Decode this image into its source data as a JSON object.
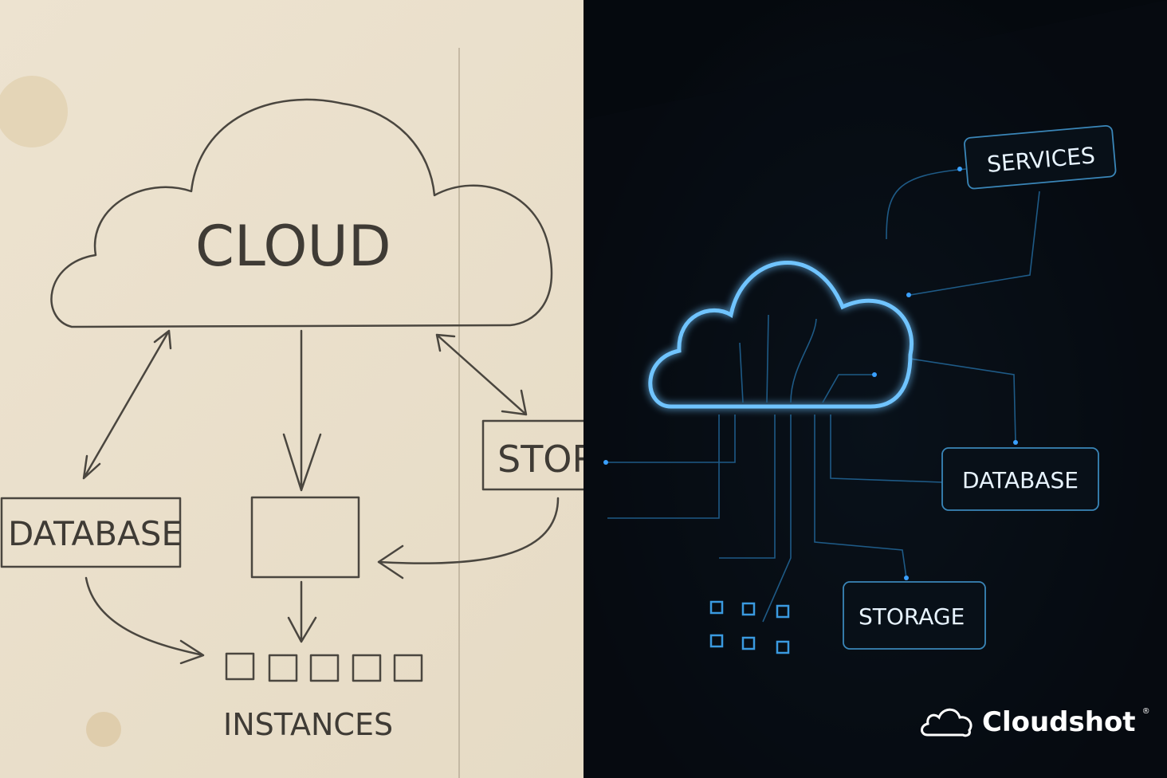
{
  "sketch": {
    "cloud_label": "CLOUD",
    "database_label": "DATABASE",
    "storage_label": "STOR",
    "instances_label": "INSTANCES"
  },
  "digital": {
    "services_label": "SERVICES",
    "database_label": "DATABASE",
    "storage_label": "STORAGE",
    "accent_color": "#6fc4ff"
  },
  "logo": {
    "name": "Cloudshot",
    "registered": "®"
  }
}
